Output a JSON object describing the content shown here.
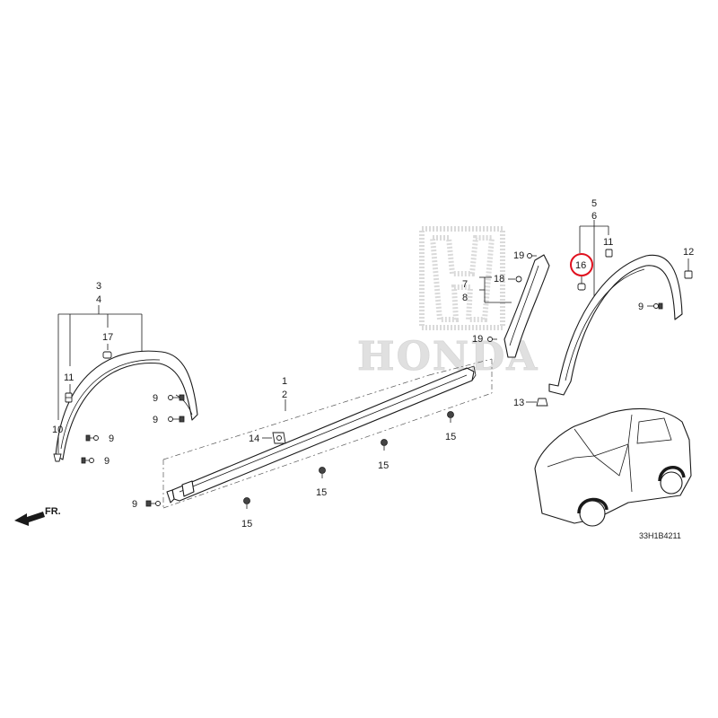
{
  "watermark": {
    "brand_text": "HONDA",
    "color": "#cfcfcf"
  },
  "callouts": {
    "c1": "1",
    "c2": "2",
    "c3": "3",
    "c4": "4",
    "c5": "5",
    "c6": "6",
    "c7": "7",
    "c8": "8",
    "c9": "9",
    "c10": "10",
    "c11": "11",
    "c12": "12",
    "c13": "13",
    "c14": "14",
    "c15": "15",
    "c16": "16",
    "c17": "17",
    "c18": "18",
    "c19": "19"
  },
  "direction_label": "FR.",
  "diagram_code": "33H1B4211",
  "highlight": {
    "part_number": "16",
    "color": "#e0101e"
  }
}
